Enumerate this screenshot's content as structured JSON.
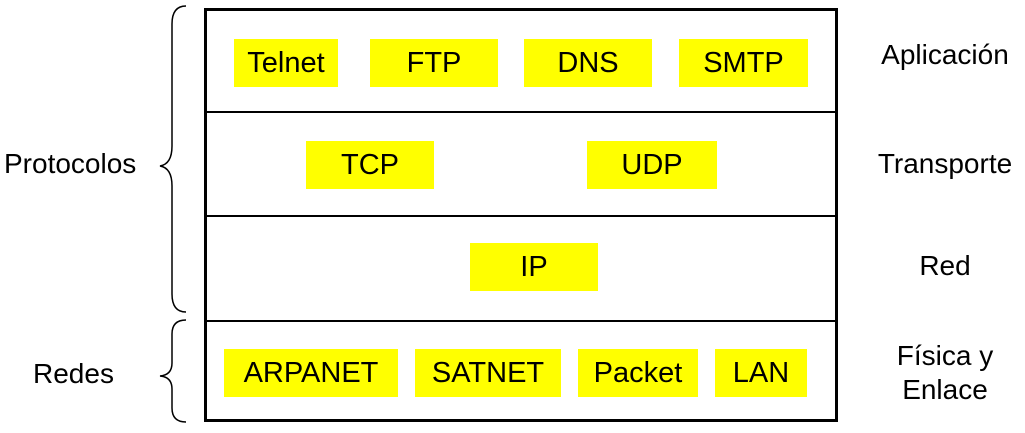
{
  "layers": [
    {
      "name": "Aplicación",
      "protocols": [
        "Telnet",
        "FTP",
        "DNS",
        "SMTP"
      ]
    },
    {
      "name": "Transporte",
      "protocols": [
        "TCP",
        "UDP"
      ]
    },
    {
      "name": "Red",
      "protocols": [
        "IP"
      ]
    },
    {
      "name_line1": "Física y",
      "name_line2": "Enlace",
      "protocols": [
        "ARPANET",
        "SATNET",
        "Packet",
        "LAN"
      ]
    }
  ],
  "groups": {
    "protocols_label": "Protocolos",
    "networks_label": "Redes"
  },
  "colors": {
    "protocol_box": "#ffff00",
    "border": "#000000"
  }
}
